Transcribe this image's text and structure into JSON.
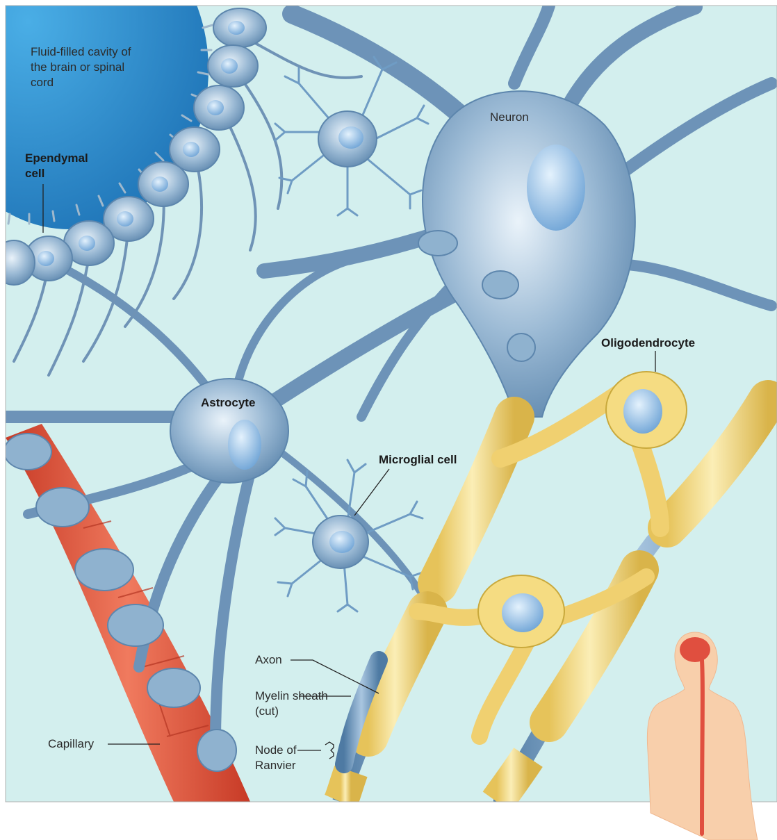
{
  "labels": {
    "fluid_cavity": "Fluid-filled cavity of the brain or spinal cord",
    "ependymal_cell": "Ependymal cell",
    "neuron": "Neuron",
    "astrocyte": "Astrocyte",
    "oligodendrocyte": "Oligodendrocyte",
    "microglial_cell": "Microglial cell",
    "axon": "Axon",
    "myelin_sheath": "Myelin sheath (cut)",
    "node_of_ranvier": "Node of Ranvier",
    "capillary": "Capillary"
  },
  "colors": {
    "background_fluid": "#cdeeed",
    "cavity": "#2f8fcf",
    "cell_body": "#8fb2cf",
    "cell_outline": "#5d86ad",
    "nucleus": "#9cc7ec",
    "myelin": "#f2d77a",
    "myelin_edge": "#c9a93c",
    "capillary": "#e0553d",
    "skin": "#f6c7a0",
    "cns": "#e04f3f"
  }
}
